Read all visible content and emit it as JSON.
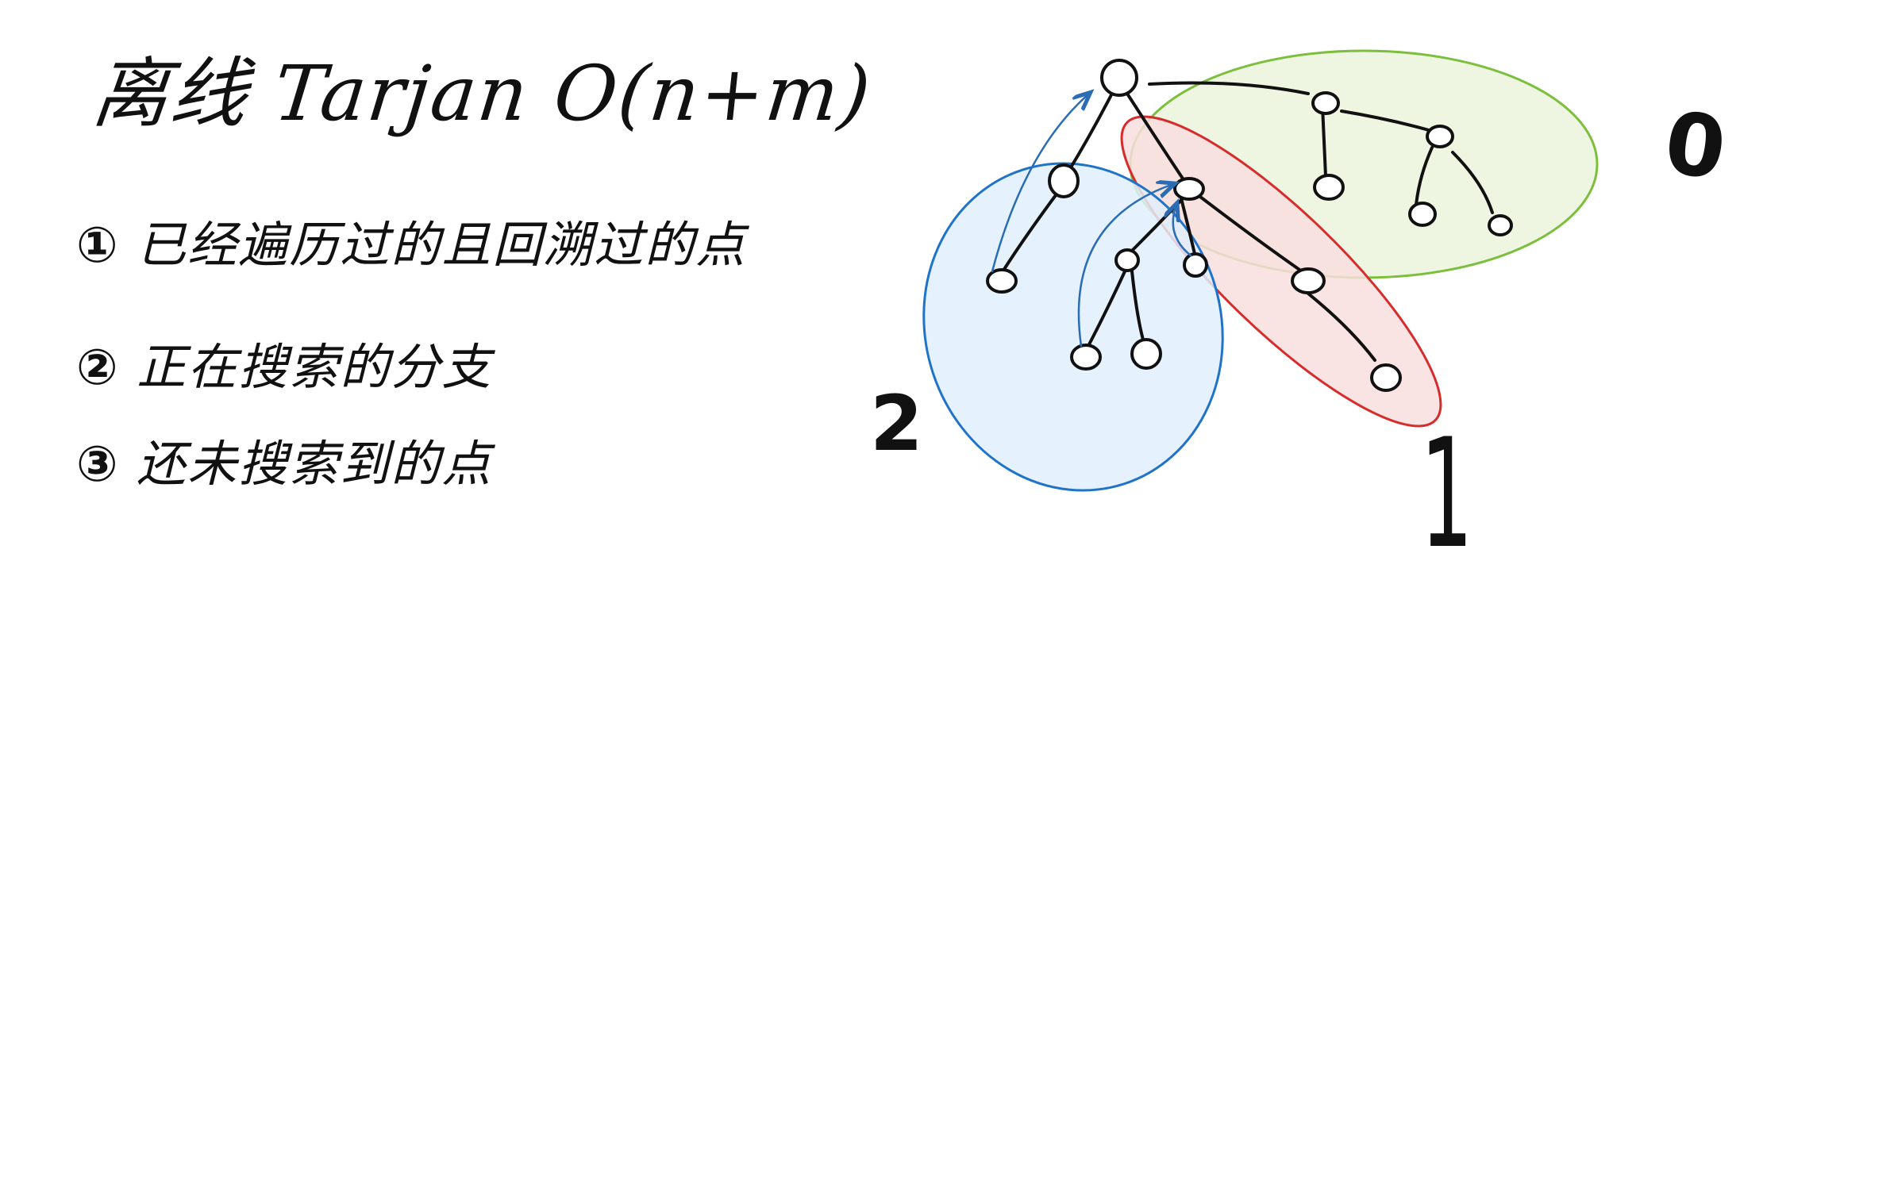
{
  "title": "离线 Tarjan O(n+m)",
  "items": [
    {
      "number": "①",
      "text": "已经遍历过的且回溯过的点"
    },
    {
      "number": "②",
      "text": "正在搜索的分支"
    },
    {
      "number": "③",
      "text": "还未搜索到的点"
    }
  ],
  "set_labels": {
    "green": "0",
    "red": "1",
    "blue": "2"
  },
  "colors": {
    "ink": "#111111",
    "green_stroke": "#7cbf3c",
    "green_fill": "#eef6e1",
    "red_stroke": "#d62c2c",
    "red_fill": "#f8dede",
    "blue_stroke": "#1f73c9",
    "blue_fill": "#e1eefb",
    "arrow": "#2a6db5"
  }
}
